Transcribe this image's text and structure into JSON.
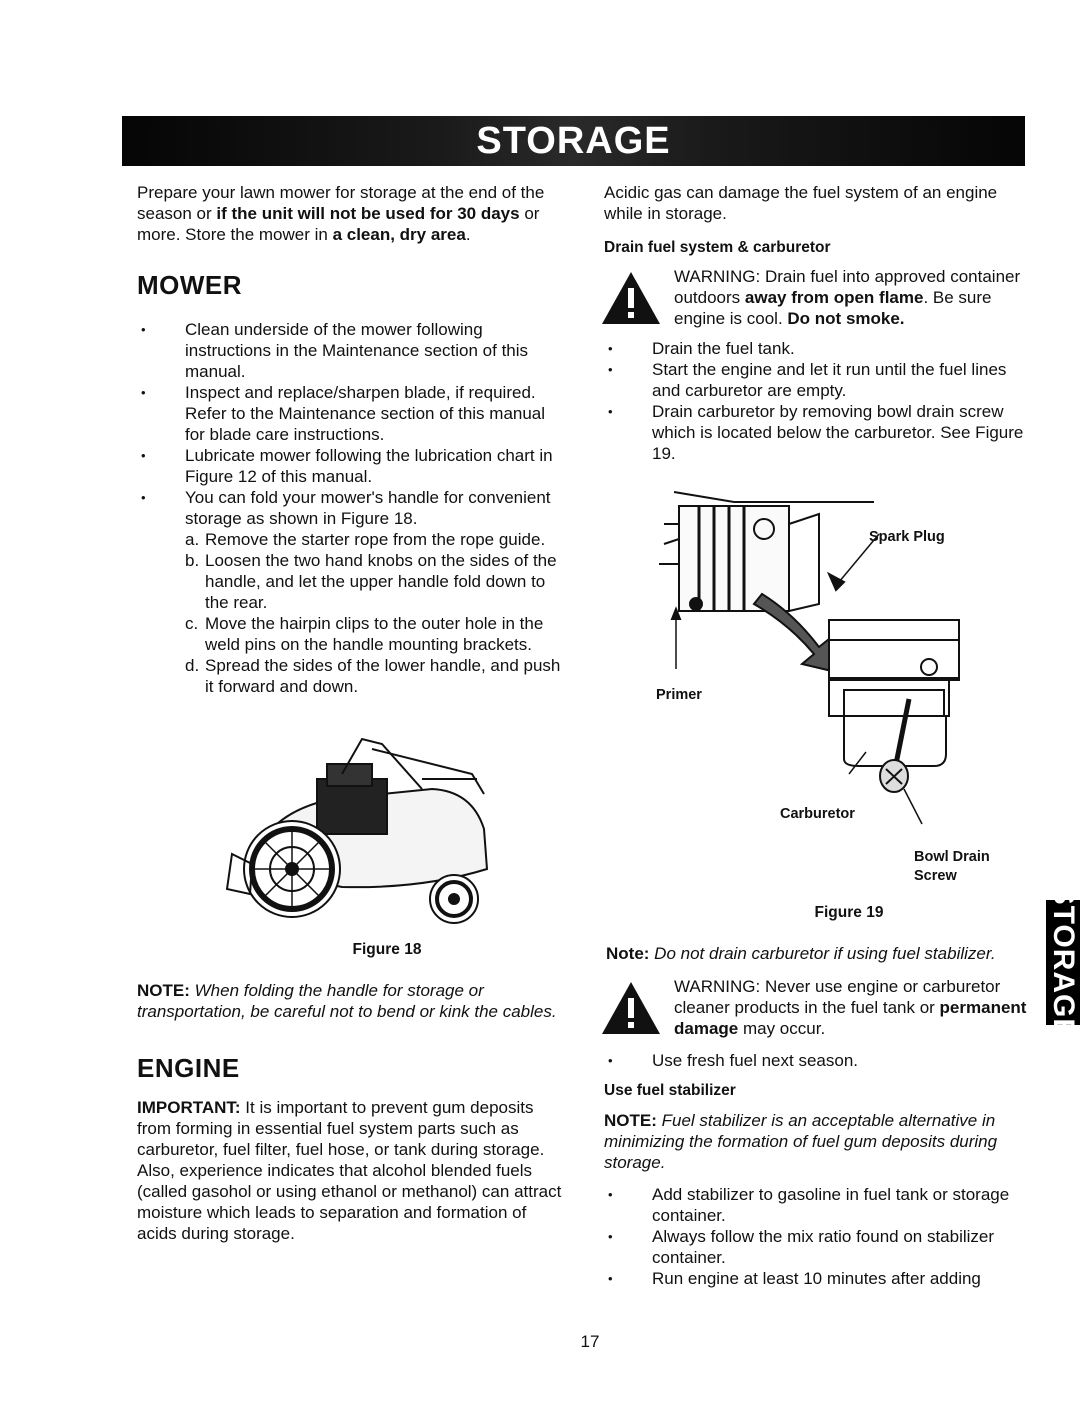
{
  "banner": {
    "title": "STORAGE"
  },
  "side_tab": {
    "text": "STORAGE"
  },
  "left": {
    "intro": {
      "p1": "Prepare your lawn mower for storage at the end of the season or ",
      "b1": "if the unit will not be used for 30 days",
      "p2": " or more. Store the mower in ",
      "b2": "a clean, dry area",
      "p3": "."
    },
    "mower_heading": "MOWER",
    "mower_bullets": [
      "Clean underside of the mower following instructions in the Maintenance section of this manual.",
      "Inspect and replace/sharpen blade, if required. Refer to the Maintenance section of this manual for blade care instructions.",
      "Lubricate mower following the lubrication chart in Figure 12 of this manual.",
      "You can fold your mower's handle for convenient storage as shown in Figure 18."
    ],
    "fold_steps": [
      {
        "letter": "a.",
        "text": "Remove the starter rope from the rope guide."
      },
      {
        "letter": "b.",
        "text": "Loosen the two hand knobs on the sides of the handle, and let the upper handle fold down to the rear."
      },
      {
        "letter": "c.",
        "text": "Move the hairpin clips to the outer hole in the weld pins on the handle mounting brackets."
      },
      {
        "letter": "d.",
        "text": "Spread the sides of the lower handle, and push it forward and down."
      }
    ],
    "figure18_caption": "Figure 18",
    "note18_label": "NOTE:",
    "note18_text": " When folding the handle for storage or transportation, be careful not to bend or kink the cables.",
    "engine_heading": "ENGINE",
    "important_label": "IMPORTANT:",
    "important_text": " It is important to prevent gum deposits from forming in essential fuel system parts such as carburetor, fuel filter, fuel hose, or tank during storage. Also, experience indicates that alcohol blended fuels (called gasohol or using ethanol or methanol) can attract moisture which leads to separation and formation of acids during storage."
  },
  "right": {
    "acidic": "Acidic gas can damage the fuel system of an engine while in storage.",
    "drain_heading": "Drain fuel system & carburetor",
    "warning1": {
      "label": "WARNING:",
      "t1": " Drain fuel into approved container outdoors ",
      "b1": "away from open flame",
      "t2": ". Be sure engine is cool. ",
      "b2": "Do not smoke."
    },
    "drain_bullets": [
      "Drain the fuel tank.",
      "Start the engine and let it run until the fuel lines and carburetor are empty.",
      "Drain carburetor by removing bowl drain screw which is located below the carburetor. See Figure 19."
    ],
    "fig19_labels": {
      "spark_plug": "Spark Plug",
      "primer": "Primer",
      "carburetor": "Carburetor",
      "bowl_drain": "Bowl Drain",
      "screw": "Screw"
    },
    "figure19_caption": "Figure 19",
    "note19_label": "Note:",
    "note19_text": " Do not drain carburetor if using fuel stabilizer.",
    "warning2": {
      "label": "WARNING:",
      "t1": " Never use engine or carburetor cleaner products in the fuel tank or ",
      "b1": "permanent damage",
      "t2": " may occur."
    },
    "fresh_fuel": "Use fresh fuel next season.",
    "stabilizer_heading": "Use fuel stabilizer",
    "note_stab_label": "NOTE:",
    "note_stab_text": " Fuel stabilizer is an acceptable alternative in minimizing the formation of fuel gum deposits during storage.",
    "stab_bullets": [
      "Add stabilizer to gasoline in fuel tank or storage container.",
      "Always follow the mix ratio found on stabilizer container.",
      "Run engine at least 10 minutes after adding"
    ]
  },
  "page_number": "17"
}
